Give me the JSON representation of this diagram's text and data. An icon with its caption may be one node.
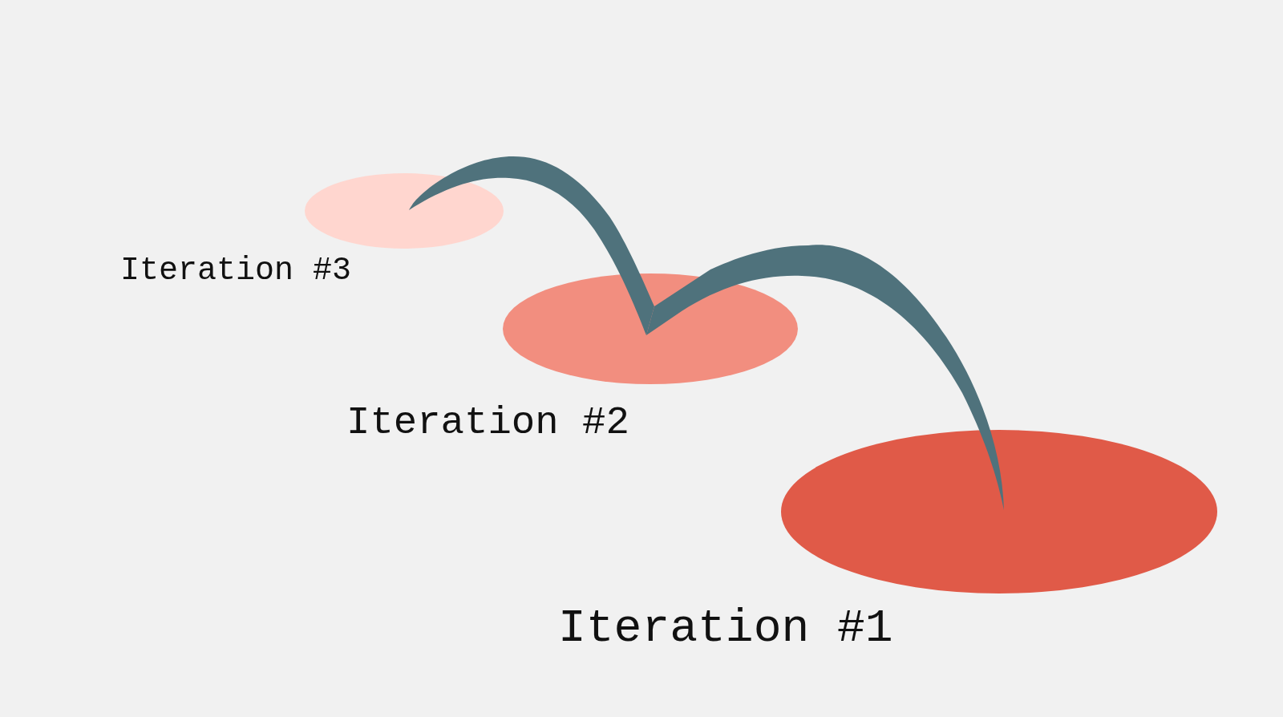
{
  "diagram": {
    "nodes": [
      {
        "text": [
          "Iteration #3"
        ]
      },
      {
        "text": [
          "Iteration #2"
        ]
      },
      {
        "text": [
          "Iteration #1"
        ]
      }
    ],
    "edges": [
      {
        "from": 2,
        "to": 1,
        "arrow": "none"
      },
      {
        "from": 1,
        "to": 0,
        "arrow": "none"
      }
    ]
  }
}
